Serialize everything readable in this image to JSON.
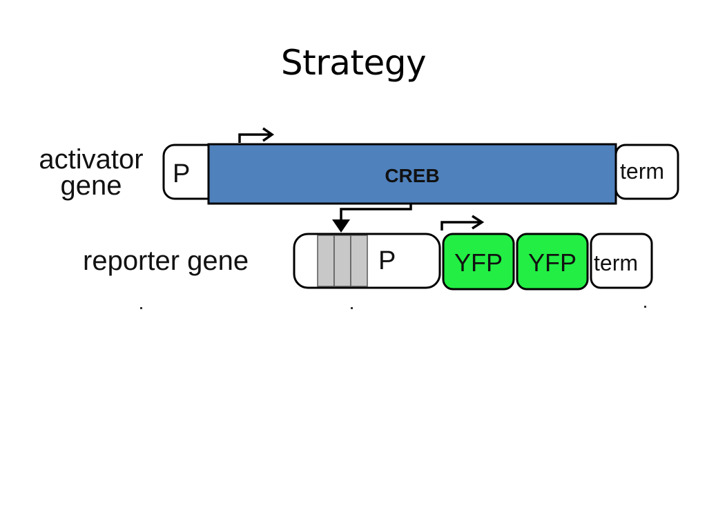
{
  "slide": {
    "title": "Strategy"
  },
  "diagram": {
    "activator": {
      "label_line1": "activator",
      "label_line2": "gene",
      "promoter": "P",
      "coding": "CREB",
      "terminator": "term",
      "coding_color": "#4f81bd"
    },
    "reporter": {
      "label": "reporter gene",
      "promoter": "P",
      "binding_site_count": 3,
      "binding_site_color": "#c8c8c8",
      "genes": [
        "YFP",
        "YFP"
      ],
      "gene_color": "#22ee44",
      "terminator": "term"
    }
  }
}
